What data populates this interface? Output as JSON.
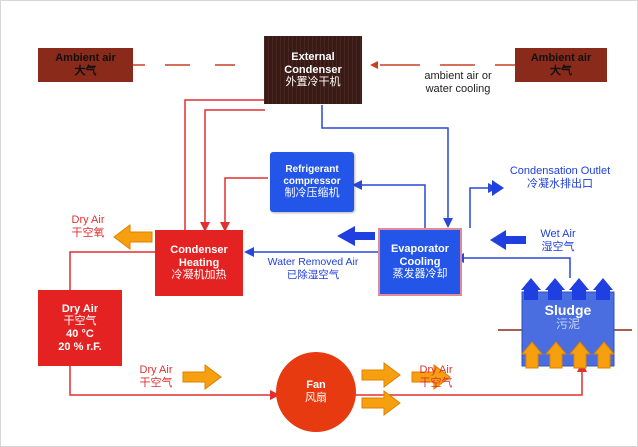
{
  "colors": {
    "red": "#e03030",
    "blue": "#2a48d6",
    "box_dark": "#3a1a14",
    "box_brown": "#8a2a1a",
    "box_red": "#e52222",
    "box_blue": "#2255e8",
    "fan": "#e83a10",
    "orange": "#f6a010",
    "sludge": "#4a6ee0"
  },
  "external_condenser": {
    "line1": "External",
    "line2": "Condenser",
    "line3": "外置冷干机"
  },
  "ambient_left": {
    "en": "Ambient air",
    "cn": "大气"
  },
  "ambient_right": {
    "en": "Ambient air",
    "cn": "大气"
  },
  "ambient_cooling_note": {
    "line1": "ambient air or",
    "line2": "water cooling"
  },
  "compressor": {
    "line1": "Refrigerant",
    "line2": "compressor",
    "line3": "制冷压缩机"
  },
  "condensation_outlet": {
    "en": "Condensation Outlet",
    "cn": "冷凝水排出口"
  },
  "evaporator": {
    "line1": "Evaporator",
    "line2": "Cooling",
    "line3": "蒸发器冷却"
  },
  "condenser_heating": {
    "line1": "Condenser",
    "line2": "Heating",
    "line3": "冷凝机加热"
  },
  "wet_air": {
    "en": "Wet Air",
    "cn": "湿空气"
  },
  "water_removed": {
    "en": "Water Removed Air",
    "cn": "已除湿空气"
  },
  "dry_air_top": {
    "en": "Dry Air",
    "cn": "干空氧"
  },
  "dry_air_box": {
    "line1": "Dry Air",
    "line2": "干空气",
    "line3": "40 °C",
    "line4": "20 % r.F."
  },
  "dry_air_bottom_left": {
    "en": "Dry Air",
    "cn": "干空气"
  },
  "dry_air_bottom_right": {
    "en": "Dry Air",
    "cn": "干空气"
  },
  "fan": {
    "en": "Fan",
    "cn": "风扇"
  },
  "sludge": {
    "en": "Sludge",
    "cn": "污泥"
  }
}
